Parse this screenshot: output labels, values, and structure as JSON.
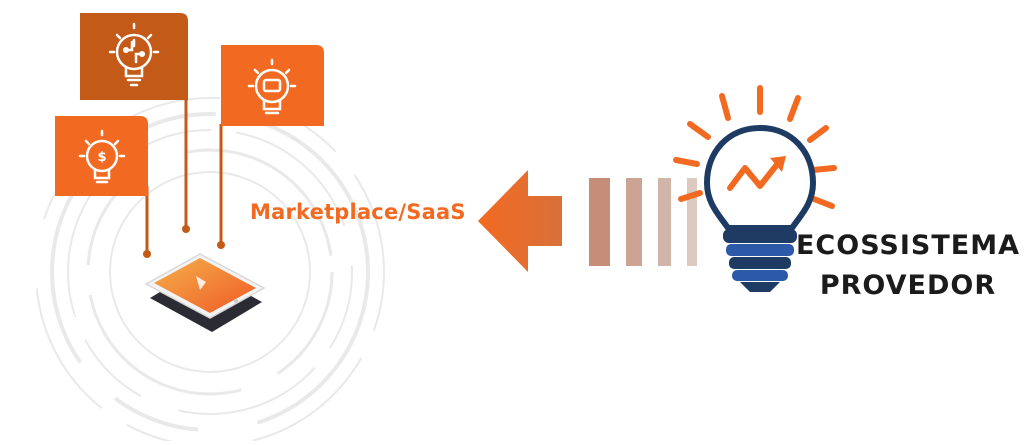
{
  "diagram": {
    "marketplace_label": "Marketplace/SaaS",
    "ecosystem_label_line1": "ECOSSISTEMA",
    "ecosystem_label_line2": "PROVEDOR"
  },
  "colors": {
    "orange": "#f26a21",
    "dark_orange": "#c45a18",
    "navy": "#1d3b63",
    "blue": "#2c5aa8"
  },
  "icons": [
    "circuit-bulb-icon",
    "wallet-bulb-icon",
    "dollar-bulb-icon",
    "tablet-icon",
    "arrow-left-icon",
    "growth-bulb-icon"
  ]
}
